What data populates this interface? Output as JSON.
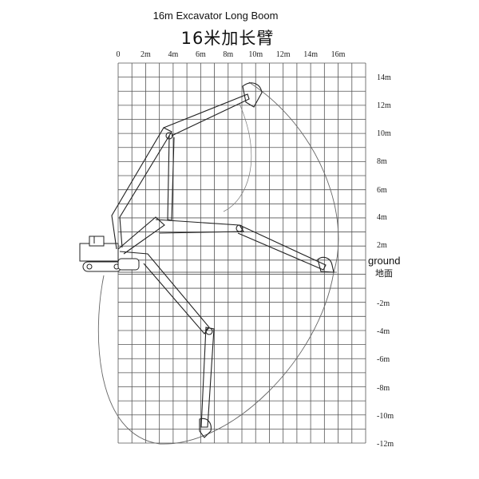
{
  "title": "16m Excavator Long Boom",
  "subtitle": "16米加长臂",
  "x_axis": {
    "ticks": [
      "0",
      "2m",
      "4m",
      "6m",
      "8m",
      "10m",
      "12m",
      "14m",
      "16m"
    ]
  },
  "y_axis": {
    "ticks": [
      "14m",
      "12m",
      "10m",
      "8m",
      "6m",
      "4m",
      "2m",
      "-2m",
      "-4m",
      "-6m",
      "-8m",
      "-10m",
      "-12m"
    ]
  },
  "ground_label": "ground",
  "ground_label_zh": "地面"
}
